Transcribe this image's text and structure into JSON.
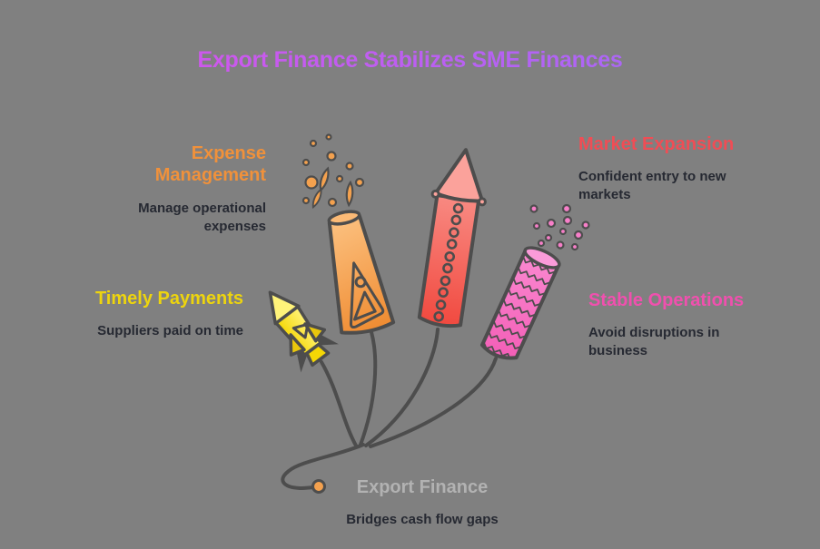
{
  "title": {
    "text": "Export Finance Stabilizes SME Finances"
  },
  "callouts": {
    "expense": {
      "heading": "Expense Management",
      "description": "Manage operational expenses",
      "color": "#F0913B"
    },
    "timely": {
      "heading": "Timely Payments",
      "description": "Suppliers paid on time",
      "color": "#EDD40E"
    },
    "market": {
      "heading": "Market Expansion",
      "description": "Confident entry to new markets",
      "color": "#F04D55"
    },
    "stable": {
      "heading": "Stable Operations",
      "description": "Avoid disruptions in business",
      "color": "#F050AE"
    }
  },
  "center": {
    "heading": "Export Finance",
    "description": "Bridges cash flow gaps"
  },
  "illustration": {
    "icons": [
      "yellow-rocket-firework-icon",
      "orange-fountain-firework-icon",
      "red-rocket-firework-icon",
      "pink-firecracker-icon",
      "orange-spark-dots-icon",
      "pink-confetti-dots-icon",
      "fuse-lines",
      "fuse-end-dot"
    ]
  },
  "colors": {
    "background": "#808080",
    "title_gradient_start": "#D156EC",
    "title_gradient_end": "#A669F6",
    "body_text": "#262932",
    "center_heading": "#B2B2B2",
    "outline": "#4D4D4D",
    "yellow": "#F5D705",
    "orange": "#EF8A2F",
    "red": "#F1493F",
    "pink": "#F767BE"
  }
}
